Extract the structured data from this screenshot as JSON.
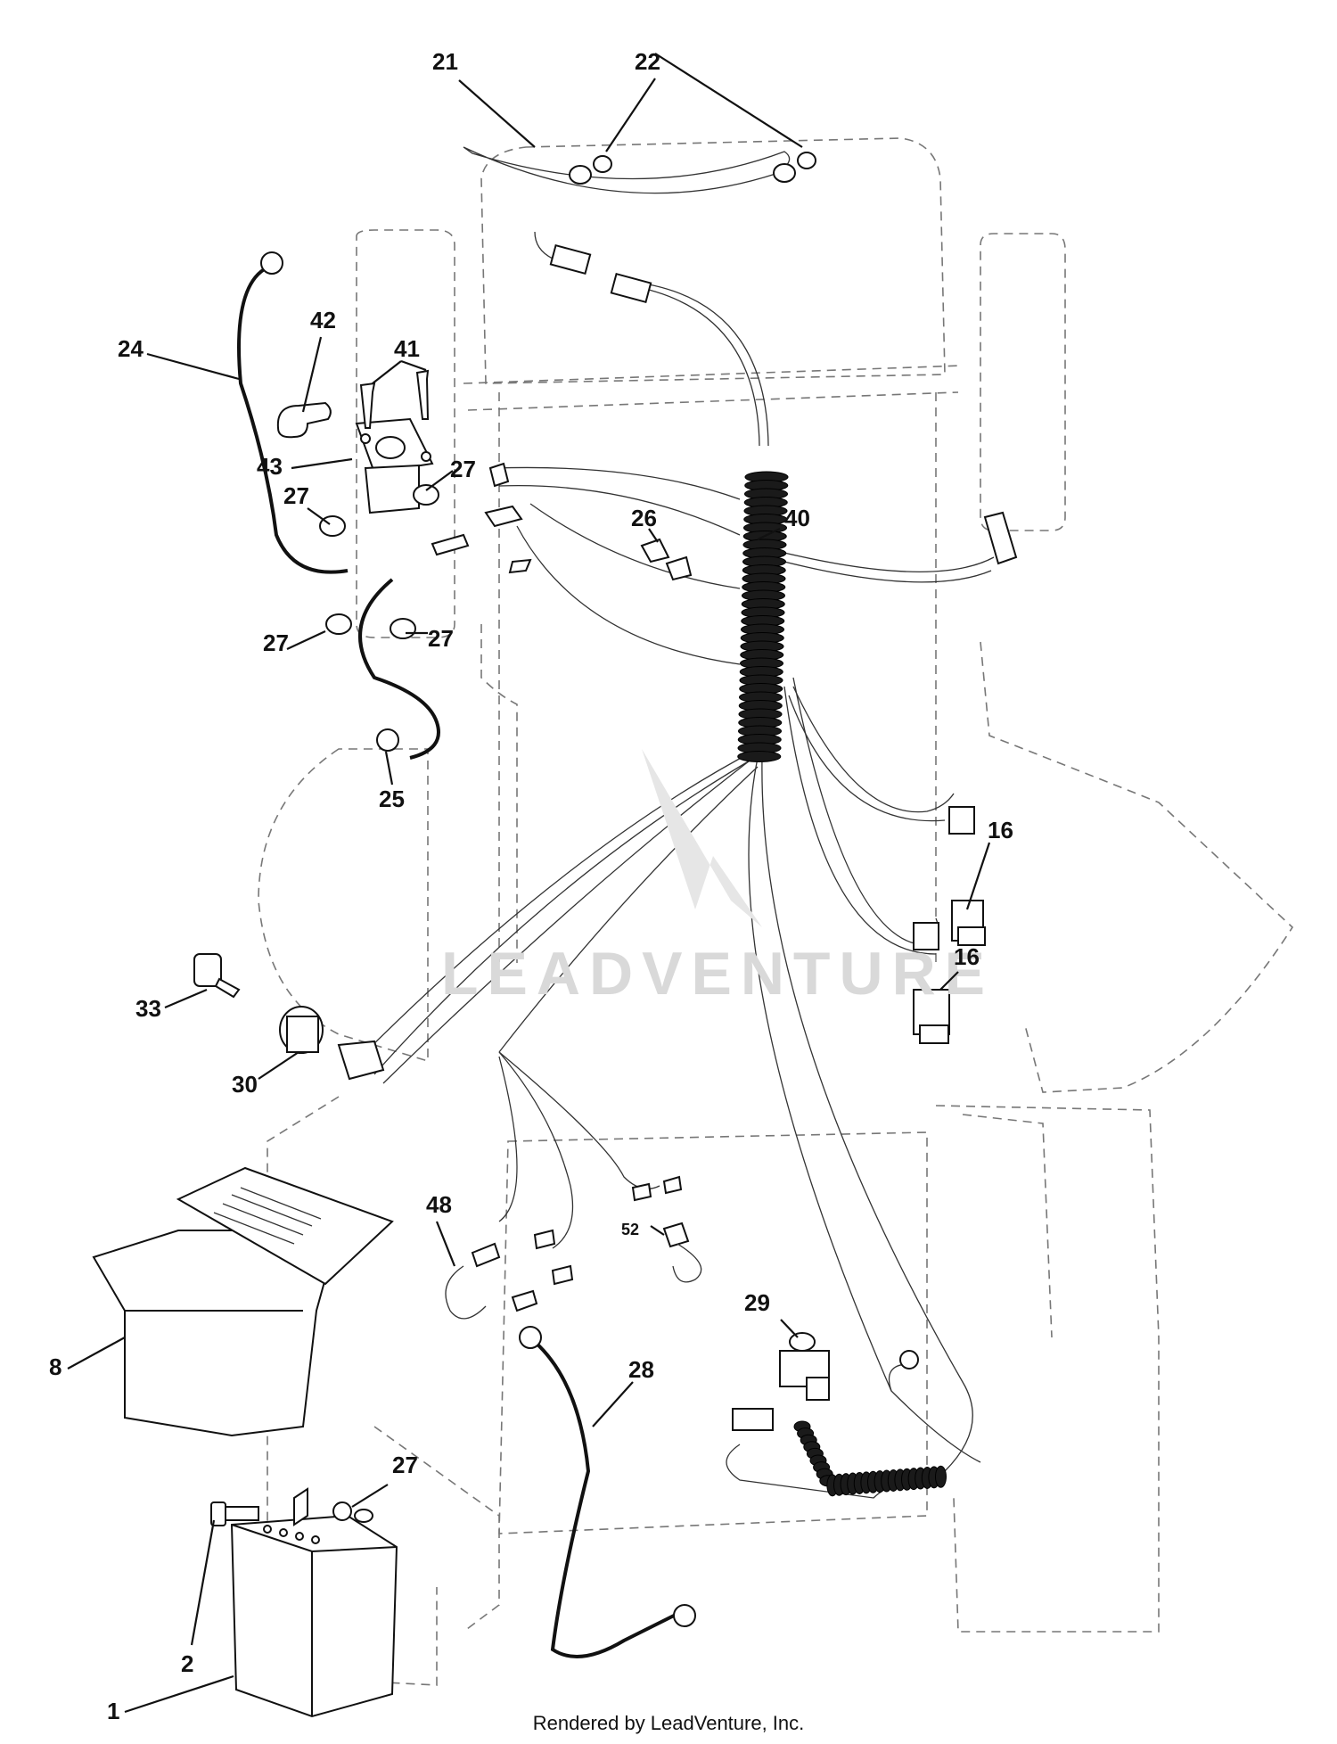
{
  "watermark": "LEADVENTURE",
  "footer": "Rendered by LeadVenture, Inc.",
  "callouts": [
    "21",
    "22",
    "24",
    "42",
    "41",
    "43",
    "27",
    "27",
    "27",
    "27",
    "26",
    "40",
    "25",
    "16",
    "16",
    "33",
    "30",
    "48",
    "52",
    "29",
    "8",
    "28",
    "27",
    "2",
    "1"
  ]
}
